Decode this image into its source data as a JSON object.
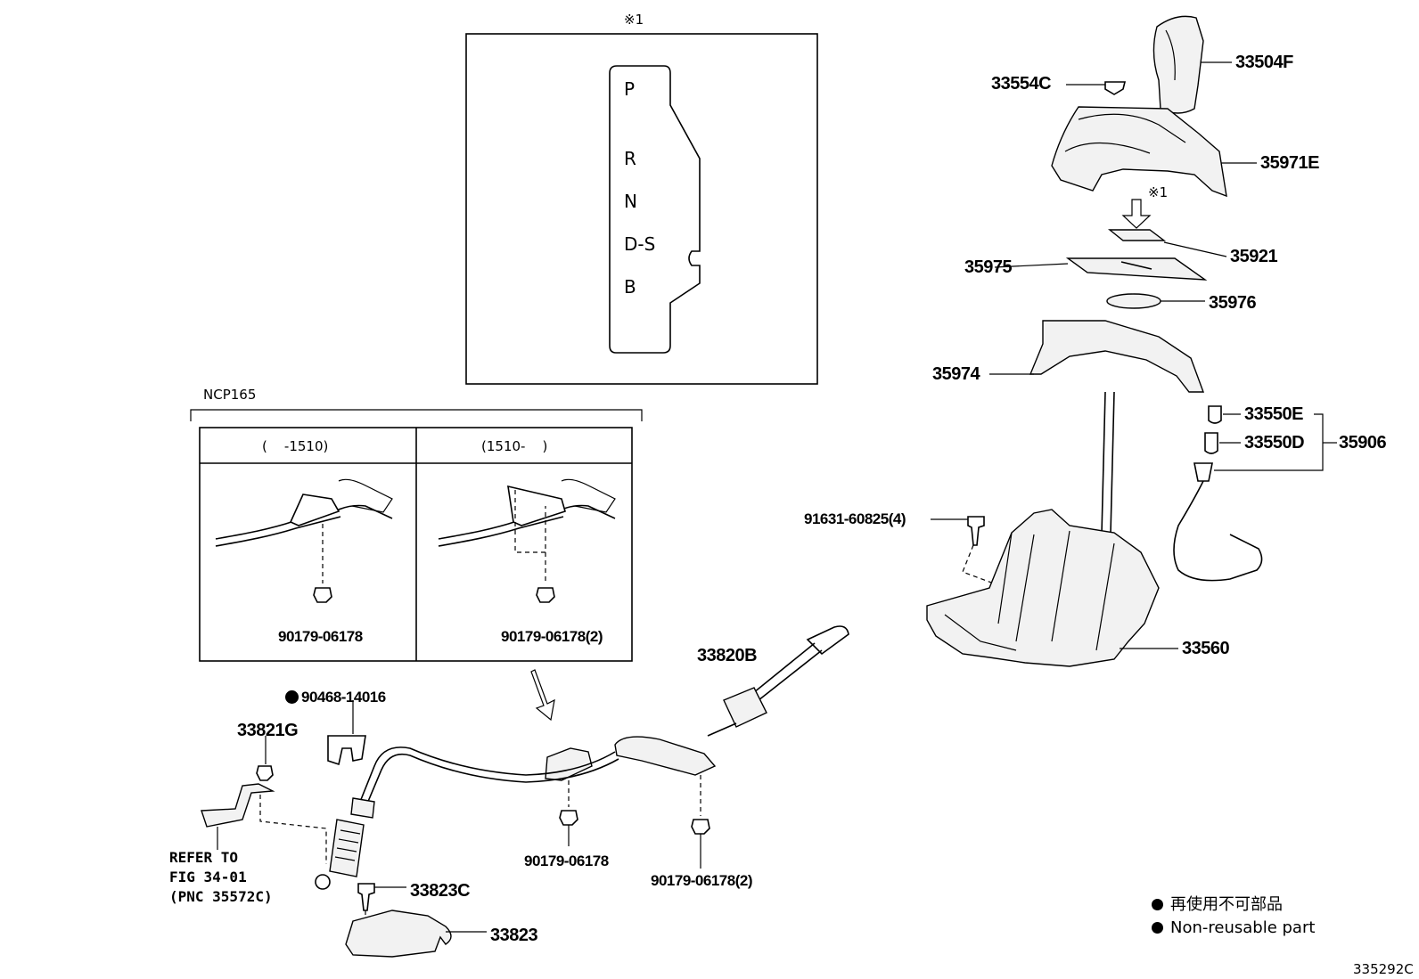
{
  "inset_top": {
    "marker": "※1",
    "gate_positions": [
      "P",
      "R",
      "N",
      "D-S",
      "B"
    ]
  },
  "ncp": {
    "model": "NCP165",
    "left_range": "(    -1510)",
    "right_range": "(1510-    )",
    "left_part": "90179-06178",
    "right_part": "90179-06178(2)"
  },
  "labels": {
    "p33504F": "33504F",
    "p33554C": "33554C",
    "p35971E": "35971E",
    "marker2": "※1",
    "p35921": "35921",
    "p35975": "35975",
    "p35976": "35976",
    "p35974": "35974",
    "p33550E": "33550E",
    "p33550D": "33550D",
    "p35906": "35906",
    "p91631": "91631-60825(4)",
    "p33560": "33560",
    "p33820B": "33820B",
    "p90468": "90468-14016",
    "p33821G": "33821G",
    "p90179a": "90179-06178",
    "p90179b": "90179-06178(2)",
    "p33823C": "33823C",
    "p33823": "33823"
  },
  "refer": {
    "line1": "REFER TO",
    "line2": "FIG 34-01",
    "line3": "(PNC 35572C)"
  },
  "legend": {
    "jp": "再使用不可部品",
    "en": "Non-reusable part"
  },
  "figure_id": "335292C"
}
